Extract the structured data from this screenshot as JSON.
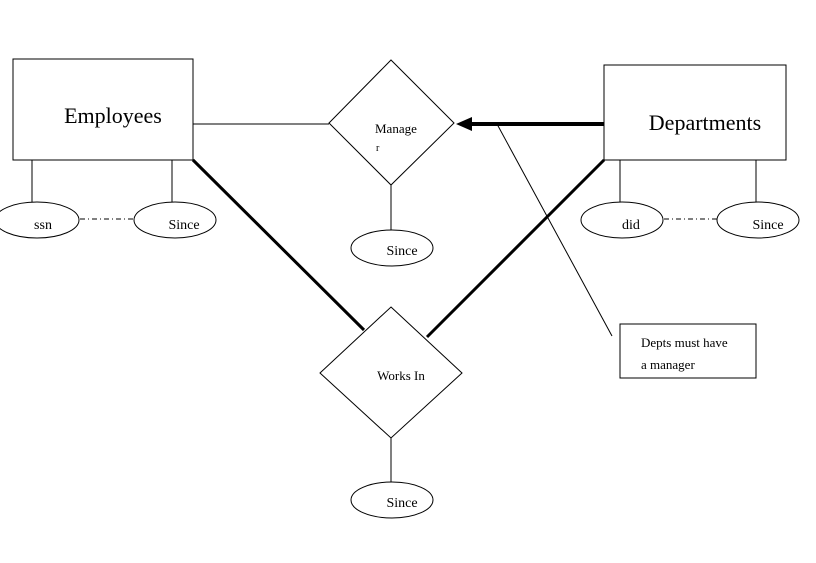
{
  "entities": {
    "employees": {
      "label": "Employees"
    },
    "departments": {
      "label": "Departments"
    }
  },
  "relationships": {
    "manages": {
      "label_line1": "Manage",
      "label_line2": "r"
    },
    "works_in": {
      "label": "Works In"
    }
  },
  "attributes": {
    "ssn": "ssn",
    "emp_since": "Since",
    "manages_since": "Since",
    "works_in_since": "Since",
    "did": "did",
    "dept_since": "Since"
  },
  "note": {
    "line1": "Depts must have",
    "line2": "a manager"
  }
}
